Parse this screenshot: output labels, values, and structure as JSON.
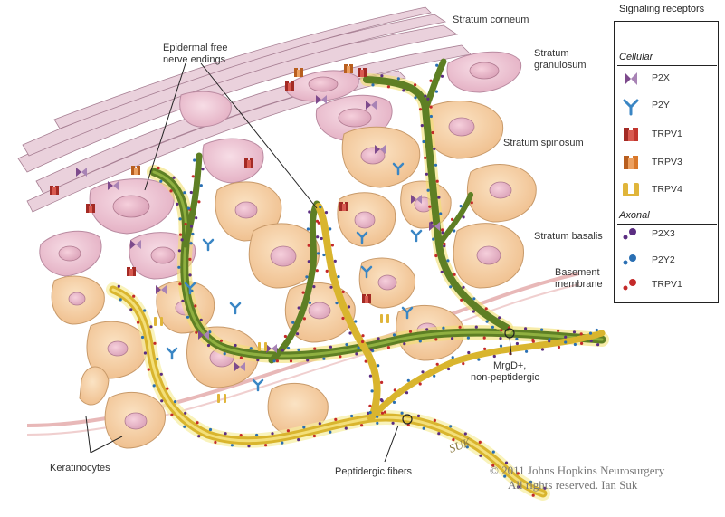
{
  "labels": {
    "stratum_corneum": "Stratum corneum",
    "stratum_granulosum_1": "Stratum",
    "stratum_granulosum_2": "granulosum",
    "stratum_spinosum": "Stratum spinosum",
    "stratum_basalis": "Stratum basalis",
    "basement_1": "Basement",
    "basement_2": "membrane",
    "epidermal_1": "Epidermal free",
    "epidermal_2": "nerve endings",
    "mrgd_1": "MrgD+,",
    "mrgd_2": "non-peptidergic",
    "keratinocytes": "Keratinocytes",
    "peptidergic": "Peptidergic fibers"
  },
  "legend": {
    "title": "Signaling receptors",
    "cellular_title": "Cellular",
    "cellular": [
      {
        "name": "P2X",
        "icon": "p2x-bowtie-icon",
        "color": "#7d4a8c"
      },
      {
        "name": "P2Y",
        "icon": "p2y-y-icon",
        "color": "#3a86c4"
      },
      {
        "name": "TRPV1",
        "icon": "trpv1-channel-icon",
        "color": "#c2362e"
      },
      {
        "name": "TRPV3",
        "icon": "trpv3-channel-icon",
        "color": "#d9782a"
      },
      {
        "name": "TRPV4",
        "icon": "trpv4-channel-icon",
        "color": "#e0b53a"
      }
    ],
    "axonal_title": "Axonal",
    "axonal": [
      {
        "name": "P2X3",
        "icon": "p2x3-dot-icon",
        "color": "#5b2d82"
      },
      {
        "name": "P2Y2",
        "icon": "p2y2-dot-icon",
        "color": "#2a6fb3"
      },
      {
        "name": "TRPV1",
        "icon": "trpv1-dot-icon",
        "color": "#c42a2a"
      }
    ]
  },
  "copyright": {
    "line1": "© 2011 Johns Hopkins Neurosurgery",
    "line2": "All rights reserved. Ian Suk",
    "signature": "SUK"
  },
  "colors": {
    "keratinocyte": "#f5d2a6",
    "keratinocyte_edge": "#c89a6a",
    "upper_cell": "#f0c6d2",
    "upper_cell_edge": "#b98aa0",
    "green_fiber": "#6e8f2c",
    "yellow_fiber": "#e8c93c",
    "membrane": "#e8b8b8"
  }
}
